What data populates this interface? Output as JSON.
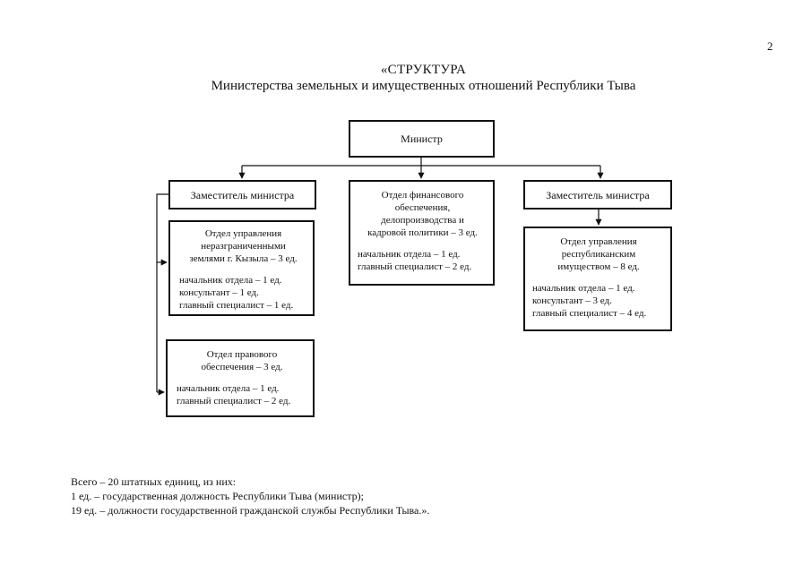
{
  "page_number": "2",
  "title": {
    "line1": "«СТРУКТУРА",
    "line2": "Министерства земельных и имущественных отношений Республики Тыва"
  },
  "boxes": {
    "minister": "Министр",
    "deputy_left": "Заместитель министра",
    "deputy_right": "Заместитель министра",
    "finance": {
      "title": [
        "Отдел финансового",
        "обеспечения,",
        "делопроизводства и",
        "кадровой политики – 3 ед."
      ],
      "staff": [
        "начальник отдела – 1 ед.",
        "главный специалист – 2 ед."
      ]
    },
    "land": {
      "title": [
        "Отдел управления",
        "неразграниченными",
        "землями г. Кызыла – 3 ед."
      ],
      "staff": [
        "начальник отдела – 1 ед.",
        "консультант – 1 ед.",
        "главный специалист – 1 ед."
      ]
    },
    "legal": {
      "title": [
        "Отдел правового",
        "обеспечения – 3 ед."
      ],
      "staff": [
        "начальник отдела – 1 ед.",
        "главный специалист – 2 ед."
      ]
    },
    "property": {
      "title": [
        "Отдел управления",
        "республиканским",
        "имуществом – 8 ед."
      ],
      "staff": [
        "начальник отдела – 1 ед.",
        "консультант – 3 ед.",
        "главный специалист – 4 ед."
      ]
    }
  },
  "footer": {
    "line1": "Всего – 20 штатных единиц, из них:",
    "line2": "1 ед. – государственная должность Республики Тыва (министр);",
    "line3": "19 ед. – должности государственной гражданской службы Республики Тыва.»."
  }
}
